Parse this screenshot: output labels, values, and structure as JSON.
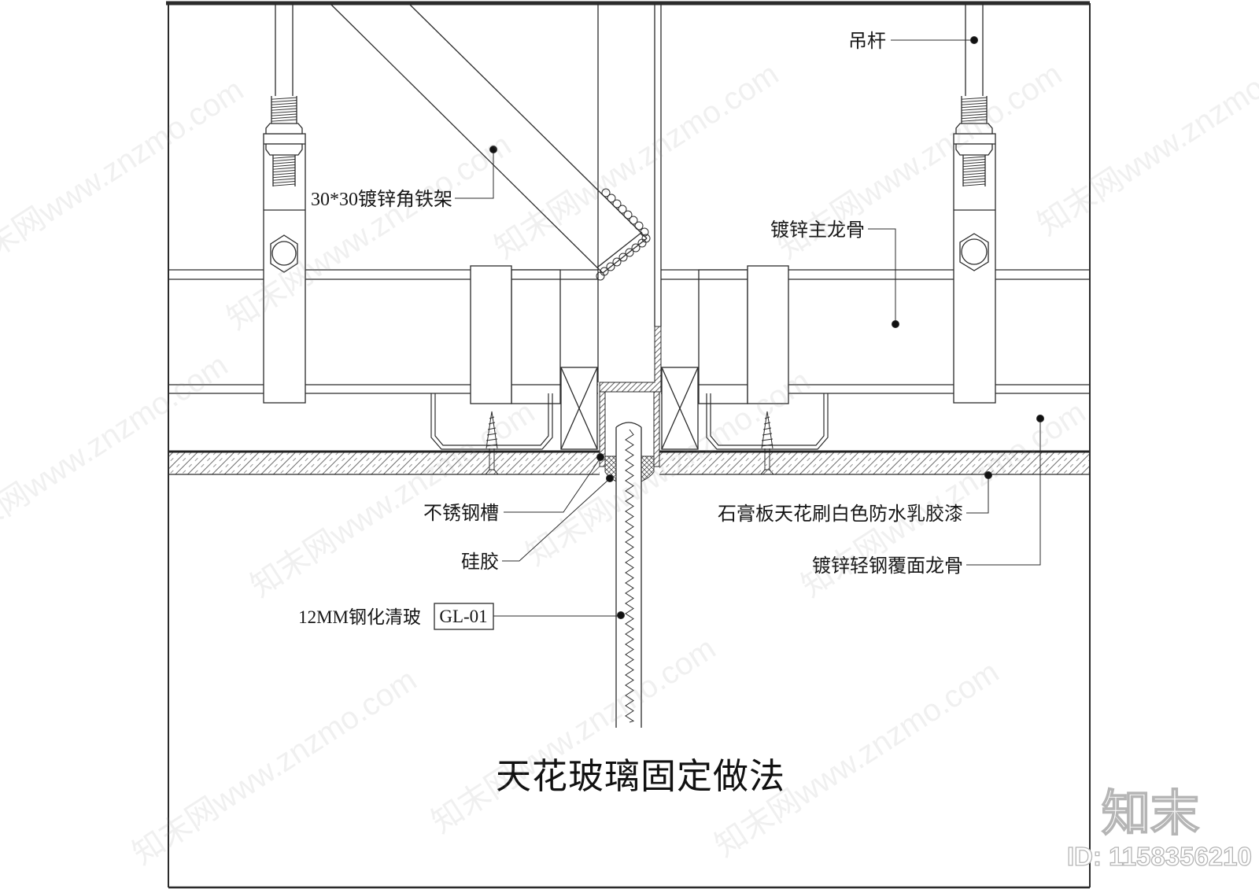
{
  "drawing": {
    "title": "天花玻璃固定做法",
    "labels": {
      "hanger_rod": "吊杆",
      "angle_frame": "30*30镀锌角铁架",
      "main_keel": "镀锌主龙骨",
      "stainless_channel": "不锈钢槽",
      "silicone": "硅胶",
      "gypsum_note": "石膏板天花刷白色防水乳胶漆",
      "furring_keel": "镀锌轻钢覆面龙骨",
      "glass": "12MM钢化清玻",
      "glass_tag": "GL-01"
    }
  },
  "watermark": {
    "site_text": "知末网www.znzmo.com",
    "logo": "知末",
    "id_text": "ID: 1158356210"
  },
  "colors": {
    "line": "#2b2b2b",
    "background": "#ffffff",
    "watermark_gray": "#8f8f8f"
  }
}
